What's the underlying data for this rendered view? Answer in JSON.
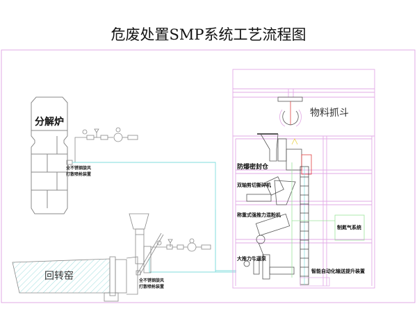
{
  "title": "危废处置SMP系统工艺流程图",
  "colors": {
    "frame": "#e2a8e6",
    "pipe": "#7fdede",
    "equipment": "#888888",
    "green": "#9be39b",
    "red": "#e04040"
  },
  "labels": {
    "calciner": "分解炉",
    "rotary_kiln": "回转窑",
    "gun_top_line1": "全不锈钢旋风",
    "gun_top_line2": "打散喷枪装置",
    "gun_bottom_line1": "全不锈钢旋风",
    "gun_bottom_line2": "打散喷枪装置",
    "grab": "物料抓斗",
    "sealed_bin": "防爆密封仓",
    "shredder": "双轴剪切撕碎机",
    "mixer": "称重式强推力混粉机",
    "pump": "大推力牛逼泵",
    "conveyor": "智能自动化输送提升装置",
    "nitrogen": "制氮气系统"
  }
}
